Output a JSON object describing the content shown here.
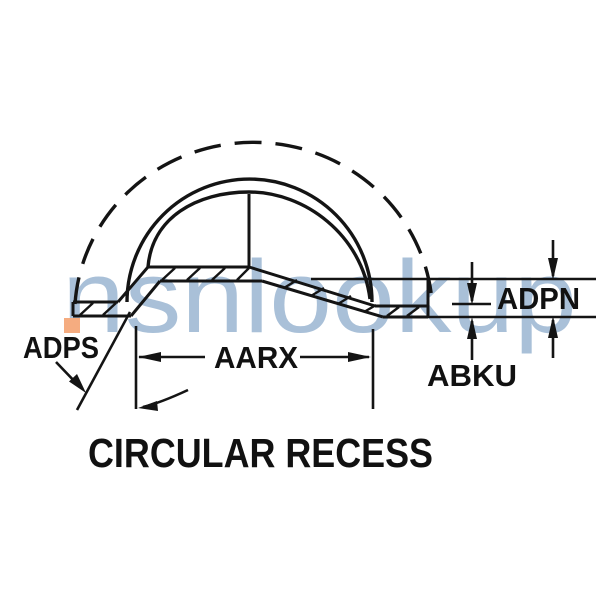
{
  "diagram": {
    "title": "CIRCULAR RECESS",
    "labels": {
      "adps": "ADPS",
      "aarx": "AARX",
      "abku": "ABKU",
      "adpn": "ADPN"
    },
    "watermark": {
      "text": "nsnlookup",
      "text_color": "#a9c0d8",
      "accent_color": "#f5ac80"
    },
    "colors": {
      "line": "#141414",
      "background": "#ffffff"
    }
  }
}
